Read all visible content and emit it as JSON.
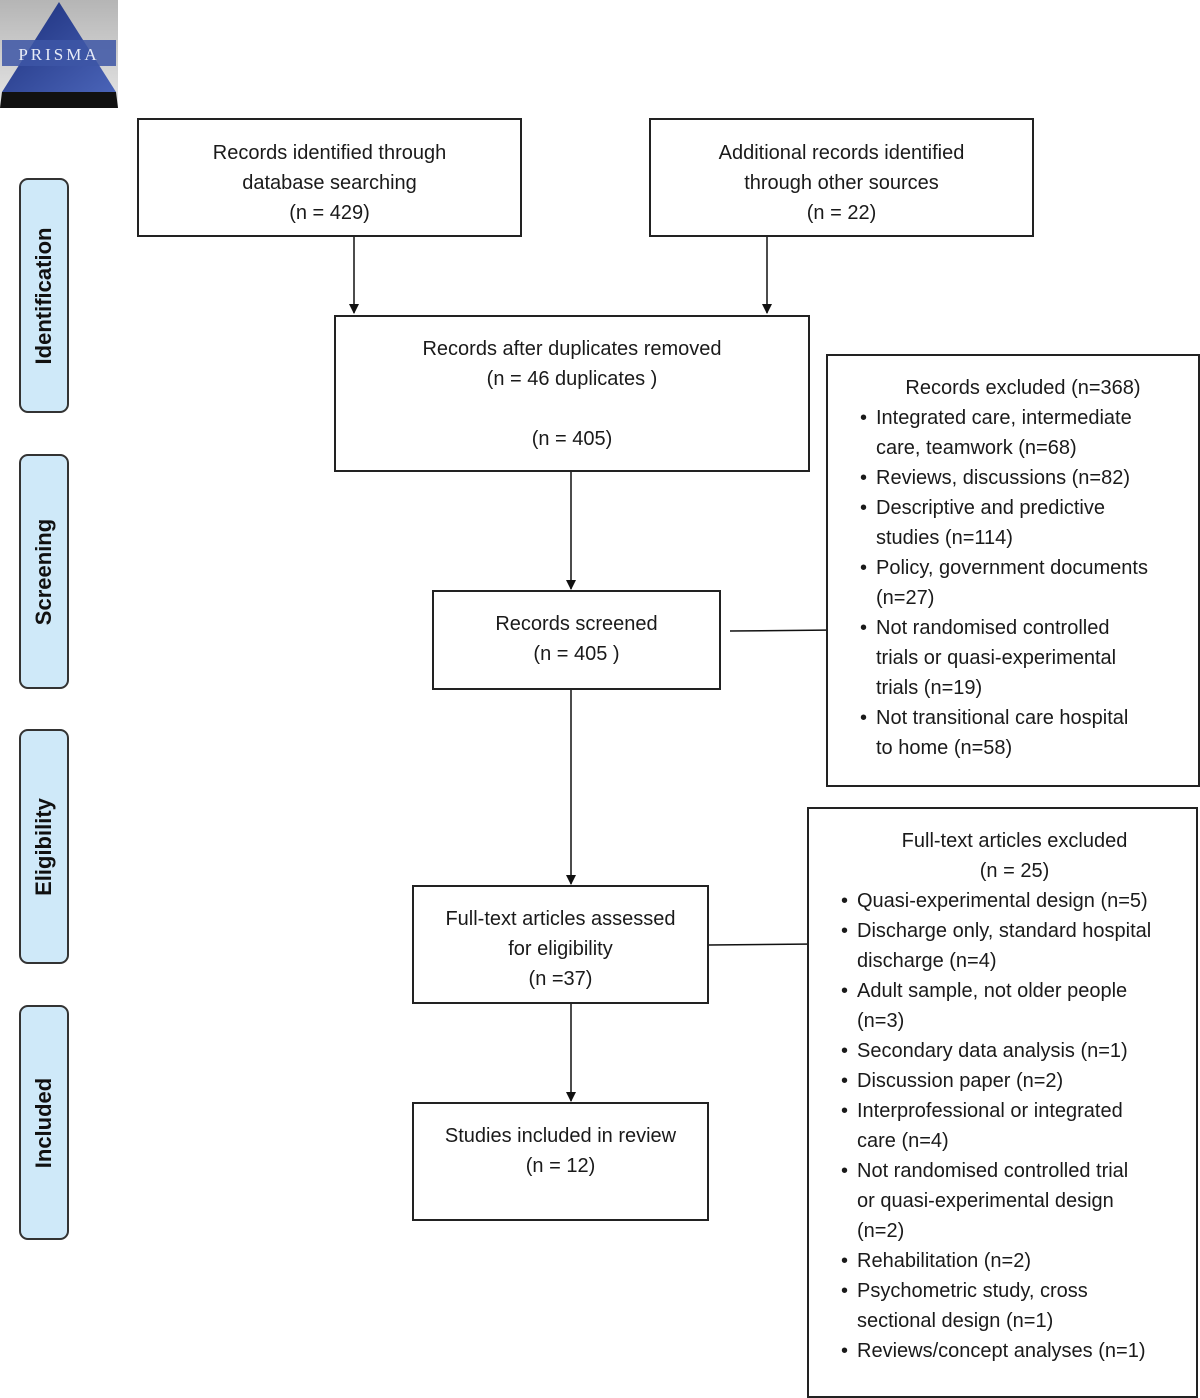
{
  "logo": {
    "text": "PRISMA"
  },
  "stages": [
    "Identification",
    "Screening",
    "Eligibility",
    "Included"
  ],
  "boxes": {
    "database": [
      "Records identified through",
      "database searching",
      "(n = 429)"
    ],
    "other": [
      "Additional records identified",
      "through other sources",
      "(n =  22)"
    ],
    "duplicates": [
      "Records after duplicates removed",
      "(n =  46 duplicates )",
      "",
      "(n = 405)"
    ],
    "screened": [
      "Records screened",
      "(n = 405 )"
    ],
    "fulltext": [
      "Full-text articles assessed",
      "for eligibility",
      "(n =37)"
    ],
    "included": [
      "Studies included in review",
      "(n = 12)"
    ]
  },
  "records_excluded": {
    "title": "Records excluded (n=368)",
    "items": [
      [
        "Integrated care, intermediate",
        "care, teamwork (n=68)"
      ],
      [
        "Reviews, discussions (n=82)"
      ],
      [
        "Descriptive and predictive",
        "studies (n=114)"
      ],
      [
        "Policy, government documents",
        "(n=27)"
      ],
      [
        "Not randomised controlled",
        "trials or quasi-experimental",
        "trials (n=19)"
      ],
      [
        "Not transitional care hospital",
        "to home (n=58)"
      ]
    ]
  },
  "fulltext_excluded": {
    "title": "Full-text articles excluded",
    "subtitle": "(n = 25)",
    "items": [
      [
        "Quasi-experimental design (n=5)"
      ],
      [
        "Discharge only, standard hospital",
        "discharge (n=4)"
      ],
      [
        "Adult sample, not older people",
        "(n=3)"
      ],
      [
        "Secondary data analysis (n=1)"
      ],
      [
        "Discussion paper (n=2)"
      ],
      [
        "Interprofessional or integrated",
        "care (n=4)"
      ],
      [
        "Not randomised controlled trial",
        "or quasi-experimental design",
        "(n=2)"
      ],
      [
        "Rehabilitation (n=2)"
      ],
      [
        "Psychometric study, cross",
        "sectional design (n=1)"
      ],
      [
        "Reviews/concept analyses (n=1)"
      ]
    ]
  },
  "colors": {
    "stage_fill": "#cfe9f9",
    "logo_blue": "#2a3f8f",
    "border": "#222222"
  }
}
